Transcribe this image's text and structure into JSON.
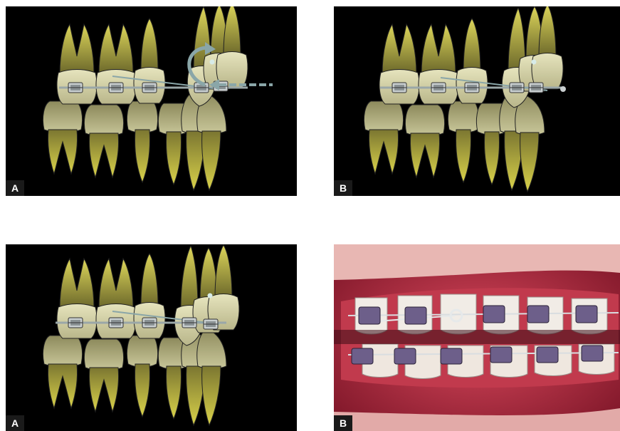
{
  "panels": [
    {
      "label": "A"
    },
    {
      "label": "B"
    },
    {
      "label": "A"
    },
    {
      "label": "B"
    }
  ],
  "colors": {
    "background": "#000000",
    "crown": "#d8d6a8",
    "root_dark": "#6e6a2e",
    "root_light": "#e6e050",
    "wire": "#9aa7a8",
    "arrow": "#8aa6a8",
    "gingiva": "#b0283c",
    "label_bg": "#1a1a1a"
  }
}
